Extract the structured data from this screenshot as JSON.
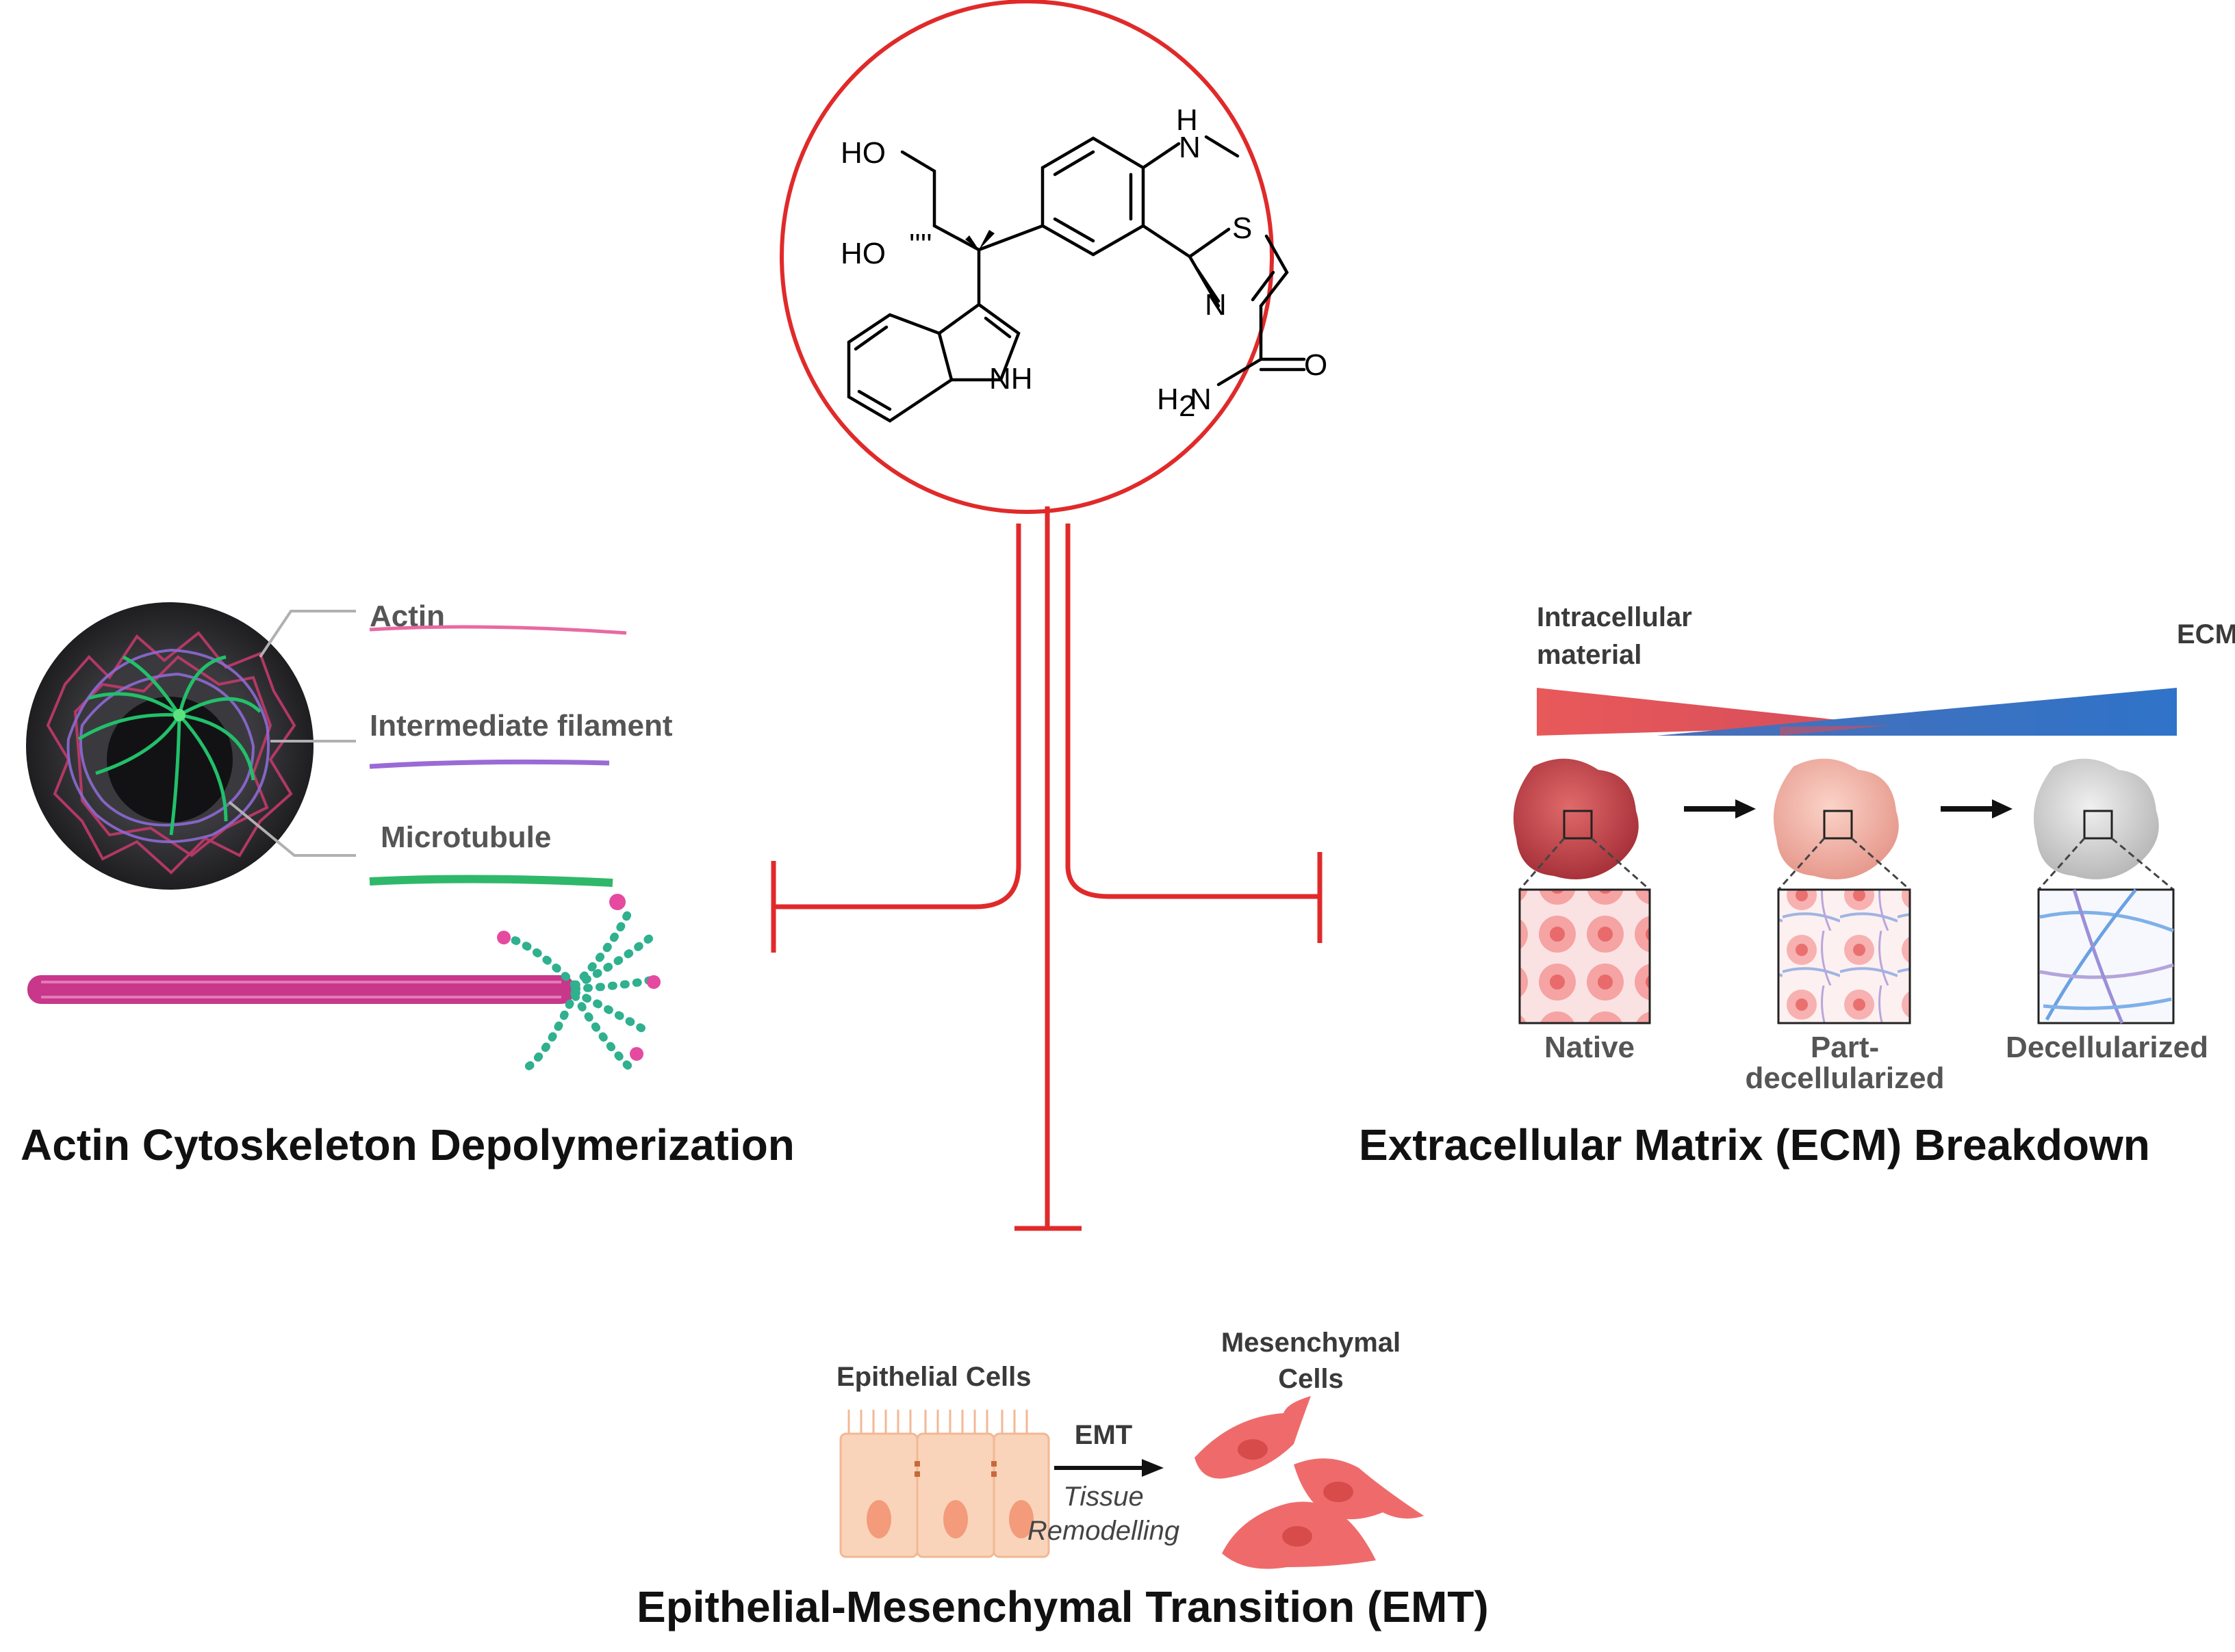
{
  "molecule": {
    "atoms": {
      "ho_top": "HO",
      "ho_bottom": "HO",
      "nh_top": "H",
      "nh_top_n": "N",
      "s": "S",
      "n_ring": "N",
      "o": "O",
      "nh_indole": "NH",
      "h2n": "H",
      "h2n_sub": "2",
      "h2n_n": "N"
    },
    "stereo_mark": "''''"
  },
  "actin_panel": {
    "labels": {
      "actin": "Actin",
      "intermediate": "Intermediate filament",
      "microtubule": "Microtubule"
    },
    "title": "Actin Cytoskeleton Depolymerization"
  },
  "ecm_panel": {
    "gradient_left": [
      "Intracellular",
      "material"
    ],
    "gradient_right": "ECM",
    "stages": [
      {
        "label": [
          "Native"
        ]
      },
      {
        "label": [
          "Part-",
          "decellularized"
        ]
      },
      {
        "label": [
          "Decellularized"
        ]
      }
    ],
    "title": "Extracellular Matrix (ECM) Breakdown"
  },
  "emt_panel": {
    "epithelial_label": "Epithelial Cells",
    "mesenchymal_label": [
      "Mesenchymal",
      "Cells"
    ],
    "arrow_label": "EMT",
    "arrow_sublabel": [
      "Tissue",
      "Remodelling"
    ],
    "title": "Epithelial-Mesenchymal Transition (EMT)"
  },
  "colors": {
    "inhibit_red": "#e02a2a",
    "ecm_red": "#e8595a",
    "ecm_blue": "#2f6fc4",
    "actin_pink": "#e0508a",
    "microtubule_green": "#2fb86a",
    "intermediate_purple": "#9a6bd6",
    "cell_salmon": "#ef6b6b",
    "epithelial_peach": "#f7c7a8"
  }
}
